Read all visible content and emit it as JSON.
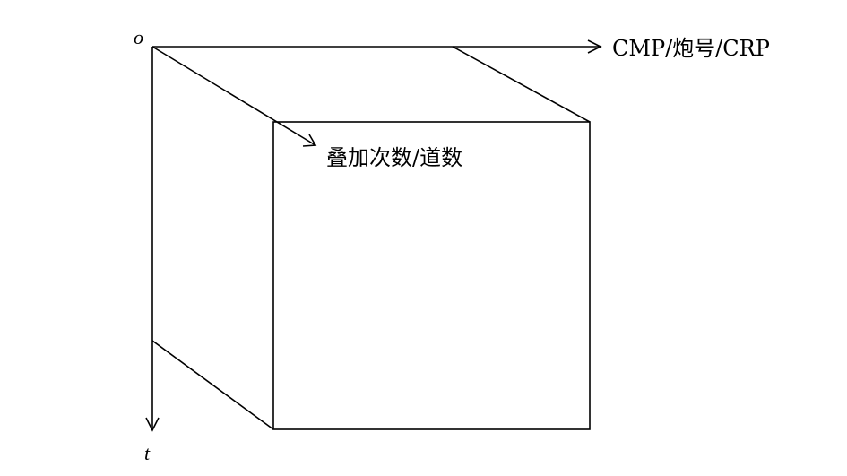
{
  "labels": {
    "origin": "o",
    "x_axis": "CMP/炮号/CRP",
    "depth_axis": "叠加次数/道数",
    "t_axis": "t"
  }
}
